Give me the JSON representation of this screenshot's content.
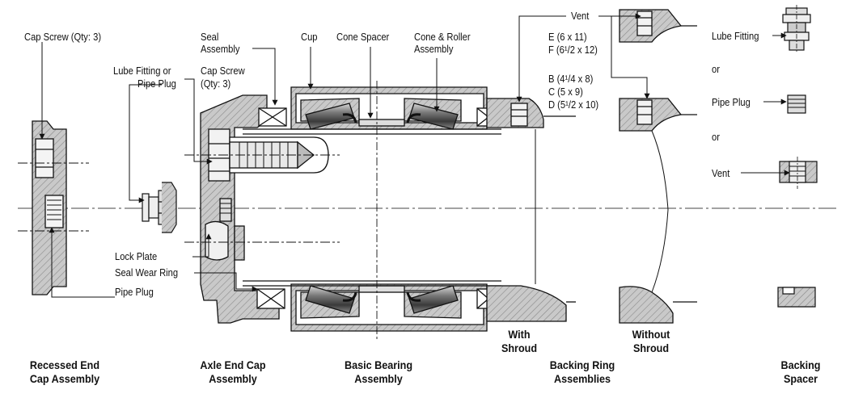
{
  "labels": {
    "cap_screw_qty3": "Cap Screw (Qty: 3)",
    "seal_assembly_1": "Seal",
    "seal_assembly_2": "Assembly",
    "cup": "Cup",
    "cone_spacer": "Cone Spacer",
    "cone_roller_1": "Cone & Roller",
    "cone_roller_2": "Assembly",
    "lube_fitting_or_1": "Lube Fitting or",
    "lube_fitting_or_2": "Pipe Plug",
    "cap_screw2_1": "Cap Screw",
    "cap_screw2_2": "(Qty: 3)",
    "lock_plate": "Lock Plate",
    "seal_wear_ring": "Seal Wear Ring",
    "pipe_plug": "Pipe Plug",
    "vent_top": "Vent",
    "size_e": "E (6 x 11)",
    "size_f": "F (6¹/2 x 12)",
    "size_b": "B (4¹/4 x 8)",
    "size_c": "C (5 x 9)",
    "size_d": "D (5¹/2 x 10)",
    "lube_fitting": "Lube Fitting",
    "or_1": "or",
    "pipe_plug_right": "Pipe Plug",
    "or_2": "or",
    "vent_right": "Vent",
    "with_1": "With",
    "with_2": "Shroud",
    "without_1": "Without",
    "without_2": "Shroud"
  },
  "captions": {
    "recessed_1": "Recessed End",
    "recessed_2": "Cap Assembly",
    "axle_1": "Axle End Cap",
    "axle_2": "Assembly",
    "basic_1": "Basic Bearing",
    "basic_2": "Assembly",
    "backing_ring_1": "Backing Ring",
    "backing_ring_2": "Assemblies",
    "backing_spacer_1": "Backing",
    "backing_spacer_2": "Spacer"
  }
}
